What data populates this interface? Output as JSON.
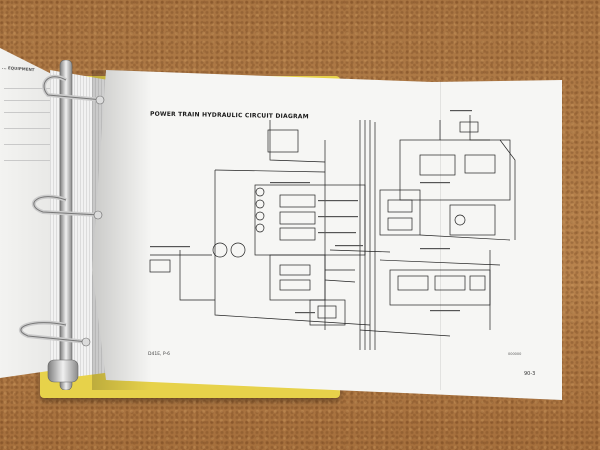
{
  "scene": {
    "cork_color": "#b07a45",
    "binder_color": "#e7d24a",
    "paper_color": "#f6f6f4"
  },
  "left_page": {
    "header": "... EQUIPMENT"
  },
  "sheet": {
    "title": "POWER TRAIN HYDRAULIC CIRCUIT DIAGRAM",
    "footer_left": "D41E, P-6",
    "footer_code": "000000",
    "page_number": "90-3"
  },
  "icons": [
    "binder-ring-icon"
  ]
}
